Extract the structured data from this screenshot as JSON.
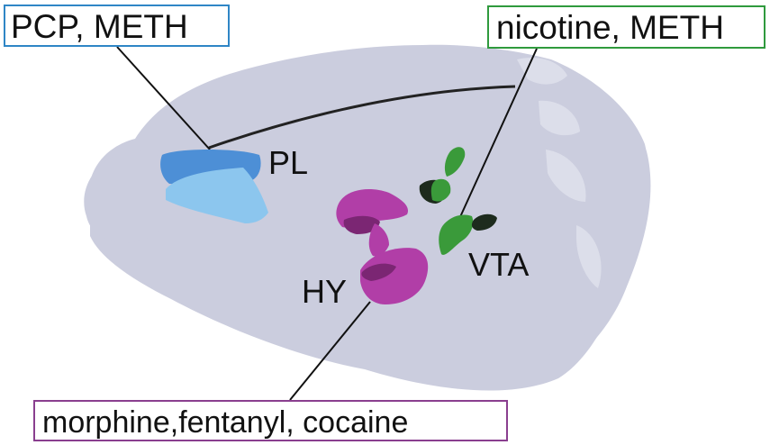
{
  "colors": {
    "brain": "#cbcdde",
    "brain_shade": "#dcdeea",
    "pl_region": "#4d8fd6",
    "hy_region": "#b13ea7",
    "vta_region": "#3a9a3a",
    "pl_box_border": "#2f86c6",
    "vta_box_border": "#2f9a3d",
    "hy_box_border": "#8a3f8f"
  },
  "callouts": {
    "pl": "PCP, METH",
    "vta": "nicotine, METH",
    "hy": "morphine,fentanyl, cocaine"
  },
  "regions": {
    "pl": "PL",
    "vta": "VTA",
    "hy": "HY"
  }
}
